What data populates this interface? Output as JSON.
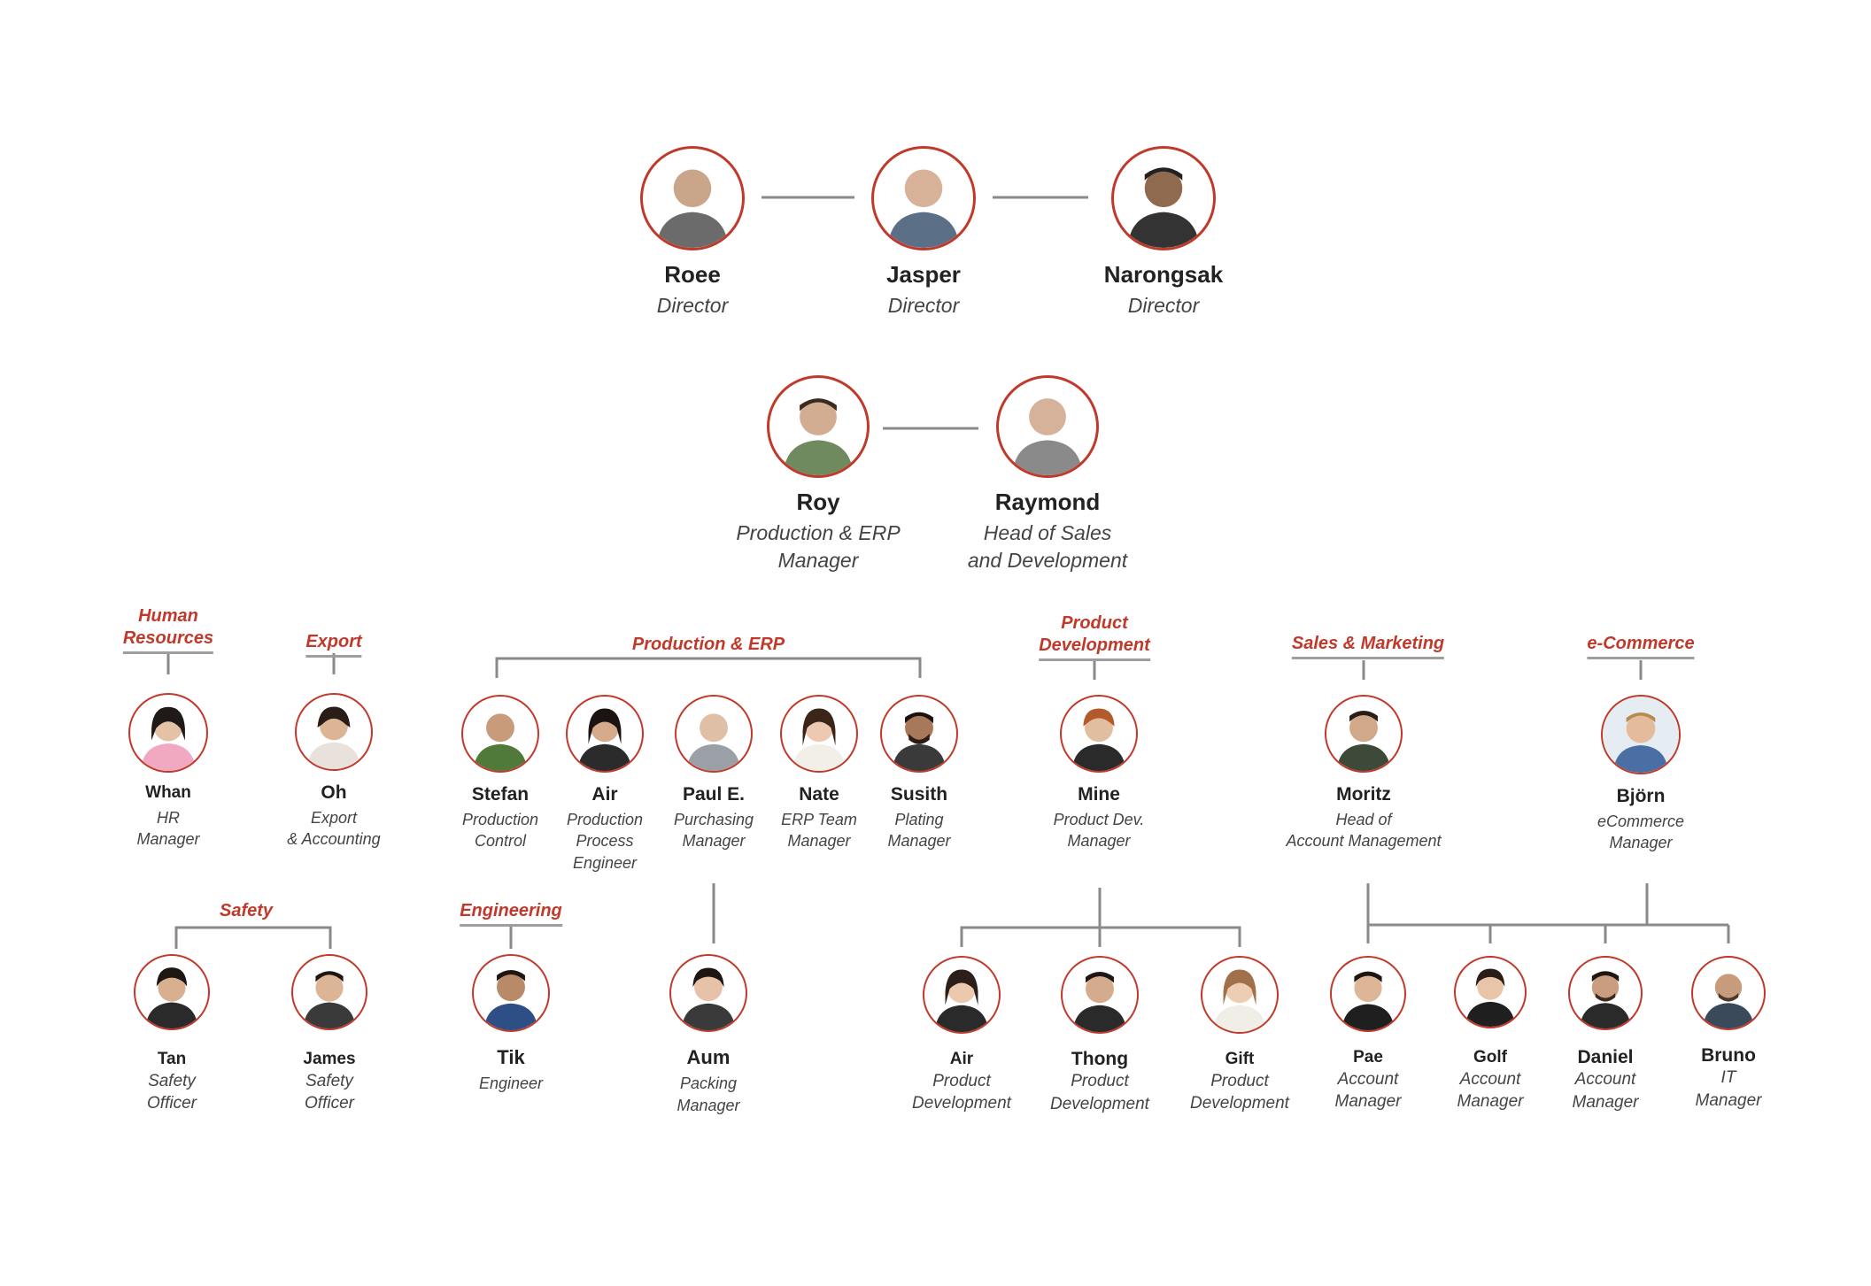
{
  "colors": {
    "accent": "#c0392b",
    "line": "#8a8a8a",
    "text": "#222222"
  },
  "icons": {
    "avatar": "person-photo-icon"
  },
  "directors": [
    {
      "name": "Roee",
      "role": "Director"
    },
    {
      "name": "Jasper",
      "role": "Director"
    },
    {
      "name": "Narongsak",
      "role": "Director"
    }
  ],
  "managers": [
    {
      "name": "Roy",
      "role": "Production & ERP\nManager"
    },
    {
      "name": "Raymond",
      "role": "Head of Sales\nand Development"
    }
  ],
  "departments": {
    "hr": "Human\nResources",
    "export": "Export",
    "production": "Production & ERP",
    "product_dev": "Product\nDevelopment",
    "sales": "Sales & Marketing",
    "ecommerce": "e-Commerce",
    "safety": "Safety",
    "engineering": "Engineering"
  },
  "staff": {
    "whan": {
      "name": "Whan",
      "role": "HR\nManager"
    },
    "oh": {
      "name": "Oh",
      "role": "Export\n& Accounting"
    },
    "stefan": {
      "name": "Stefan",
      "role": "Production\nControl"
    },
    "air1": {
      "name": "Air",
      "role": "Production\nProcess\nEngineer"
    },
    "paul": {
      "name": "Paul E.",
      "role": "Purchasing\nManager"
    },
    "nate": {
      "name": "Nate",
      "role": "ERP Team\nManager"
    },
    "susith": {
      "name": "Susith",
      "role": "Plating\nManager"
    },
    "mine": {
      "name": "Mine",
      "role": "Product Dev.\nManager"
    },
    "moritz": {
      "name": "Moritz",
      "role": "Head of\nAccount Management"
    },
    "bjorn": {
      "name": "Björn",
      "role": "eCommerce\nManager"
    },
    "tan": {
      "name": "Tan",
      "role": "Safety\nOfficer"
    },
    "james": {
      "name": "James",
      "role": "Safety\nOfficer"
    },
    "tik": {
      "name": "Tik",
      "role": "Engineer"
    },
    "aum": {
      "name": "Aum",
      "role": "Packing\nManager"
    },
    "air2": {
      "name": "Air",
      "role": "Product\nDevelopment"
    },
    "thong": {
      "name": "Thong",
      "role": "Product\nDevelopment"
    },
    "gift": {
      "name": "Gift",
      "role": "Product\nDevelopment"
    },
    "pae": {
      "name": "Pae",
      "role": "Account\nManager"
    },
    "golf": {
      "name": "Golf",
      "role": "Account\nManager"
    },
    "daniel": {
      "name": "Daniel",
      "role": "Account\nManager"
    },
    "bruno": {
      "name": "Bruno",
      "role": "IT\nManager"
    }
  }
}
